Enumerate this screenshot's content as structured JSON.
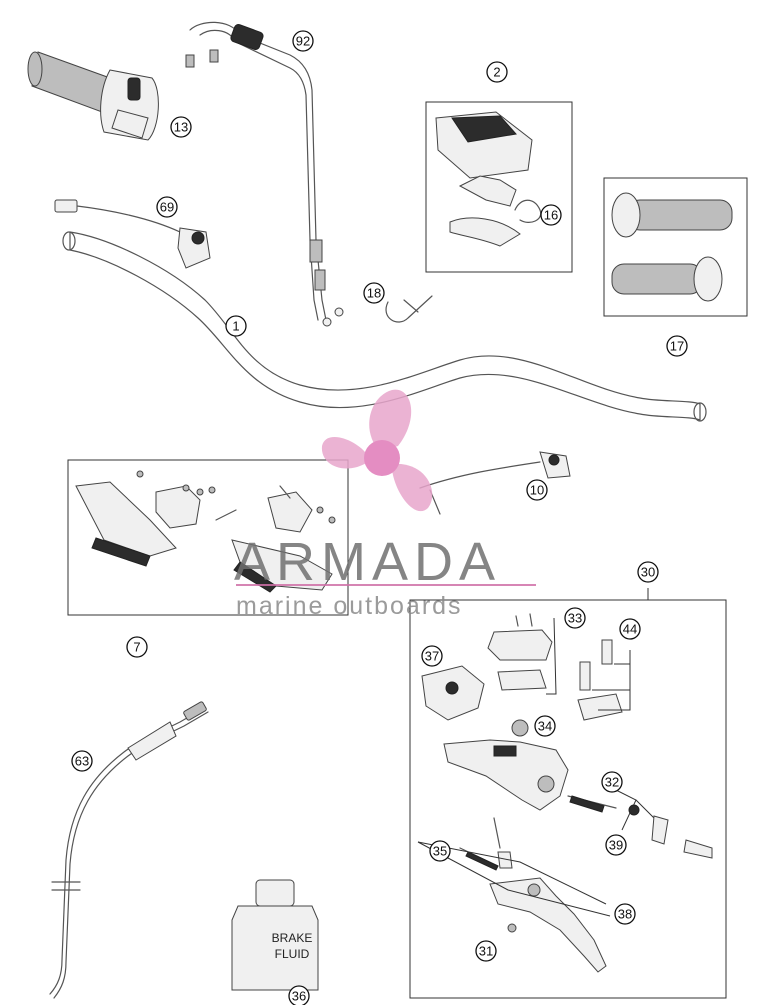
{
  "callouts": [
    {
      "id": "1",
      "label": "1"
    },
    {
      "id": "2",
      "label": "2"
    },
    {
      "id": "7",
      "label": "7"
    },
    {
      "id": "10",
      "label": "10"
    },
    {
      "id": "13",
      "label": "13"
    },
    {
      "id": "16",
      "label": "16"
    },
    {
      "id": "17",
      "label": "17"
    },
    {
      "id": "18",
      "label": "18"
    },
    {
      "id": "30",
      "label": "30"
    },
    {
      "id": "31",
      "label": "31"
    },
    {
      "id": "32",
      "label": "32"
    },
    {
      "id": "33",
      "label": "33"
    },
    {
      "id": "34",
      "label": "34"
    },
    {
      "id": "35",
      "label": "35"
    },
    {
      "id": "36",
      "label": "36"
    },
    {
      "id": "37",
      "label": "37"
    },
    {
      "id": "38",
      "label": "38"
    },
    {
      "id": "39",
      "label": "39"
    },
    {
      "id": "44",
      "label": "44"
    },
    {
      "id": "63",
      "label": "63"
    },
    {
      "id": "69",
      "label": "69"
    },
    {
      "id": "92",
      "label": "92"
    }
  ],
  "brake_fluid": {
    "line1": "BRAKE",
    "line2": "FLUID"
  },
  "watermark": {
    "title": "ARMADA",
    "subtitle": "marine outboards",
    "logo_color": "#e8a6cc",
    "logo_center_color": "#e07ab8"
  }
}
